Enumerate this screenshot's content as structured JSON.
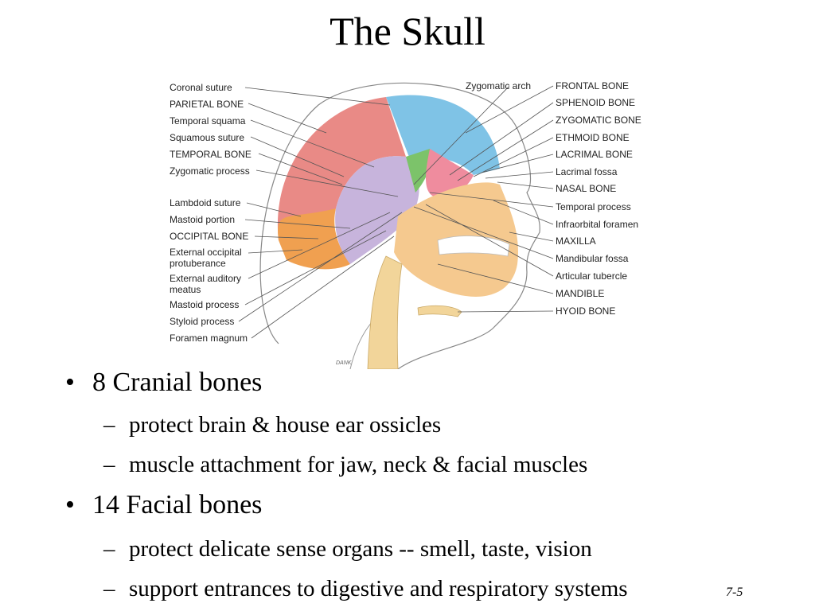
{
  "slide": {
    "title": "The Skull",
    "page_number": "7-5"
  },
  "figure": {
    "labels_left": [
      "Coronal suture",
      "PARIETAL BONE",
      "Temporal squama",
      "Squamous suture",
      "TEMPORAL BONE",
      "Zygomatic process",
      "Lambdoid suture",
      "Mastoid portion",
      "OCCIPITAL BONE",
      "External occipital",
      "protuberance",
      "External auditory",
      "meatus",
      "Mastoid process",
      "Styloid process",
      "Foramen magnum"
    ],
    "label_top": "Zygomatic arch",
    "labels_right": [
      "FRONTAL BONE",
      "SPHENOID BONE",
      "ZYGOMATIC BONE",
      "ETHMOID BONE",
      "LACRIMAL BONE",
      "Lacrimal fossa",
      "NASAL BONE",
      "Temporal process",
      "Infraorbital foramen",
      "MAXILLA",
      "Mandibular fossa",
      "Articular tubercle",
      "MANDIBLE",
      "HYOID BONE"
    ],
    "signature": "DANK",
    "colors": {
      "frontal": "#7fc3e6",
      "parietal": "#e98a86",
      "occipital": "#f0a050",
      "temporal": "#c7b4dc",
      "sphenoid": "#7cc36a",
      "zygomatic": "#ef8c9e",
      "maxilla": "#f5c98f",
      "spine": "#f2d59a"
    }
  },
  "bullets": [
    {
      "text": "8 Cranial bones",
      "sub": [
        "protect brain & house ear ossicles",
        "muscle attachment for jaw, neck & facial muscles"
      ]
    },
    {
      "text": "14 Facial bones",
      "sub": [
        "protect delicate sense organs -- smell, taste, vision",
        "support entrances to digestive and respiratory systems"
      ]
    }
  ],
  "bullet_glyph": "•",
  "dash_glyph": "–"
}
